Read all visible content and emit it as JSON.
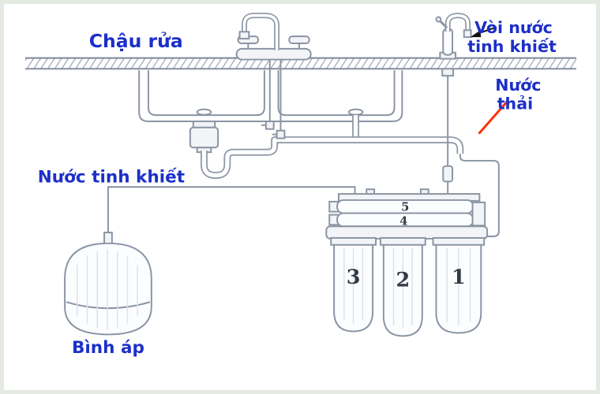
{
  "diagram": {
    "labels": {
      "sink": "Chậu rửa",
      "pure_faucet_line1": "Vòi nước",
      "pure_faucet_line2": "tinh khiết",
      "waste_line1": "Nước",
      "waste_line2": "thải",
      "pure_water": "Nước tinh khiết",
      "pressure_tank": "Bình áp"
    },
    "filter_numbers": [
      "1",
      "2",
      "3",
      "4",
      "5"
    ],
    "colors": {
      "label_blue": "#1c2fc9",
      "line_gray": "#8a94a4",
      "waste_red": "#ff2d00",
      "number_dark": "#323a46"
    }
  }
}
